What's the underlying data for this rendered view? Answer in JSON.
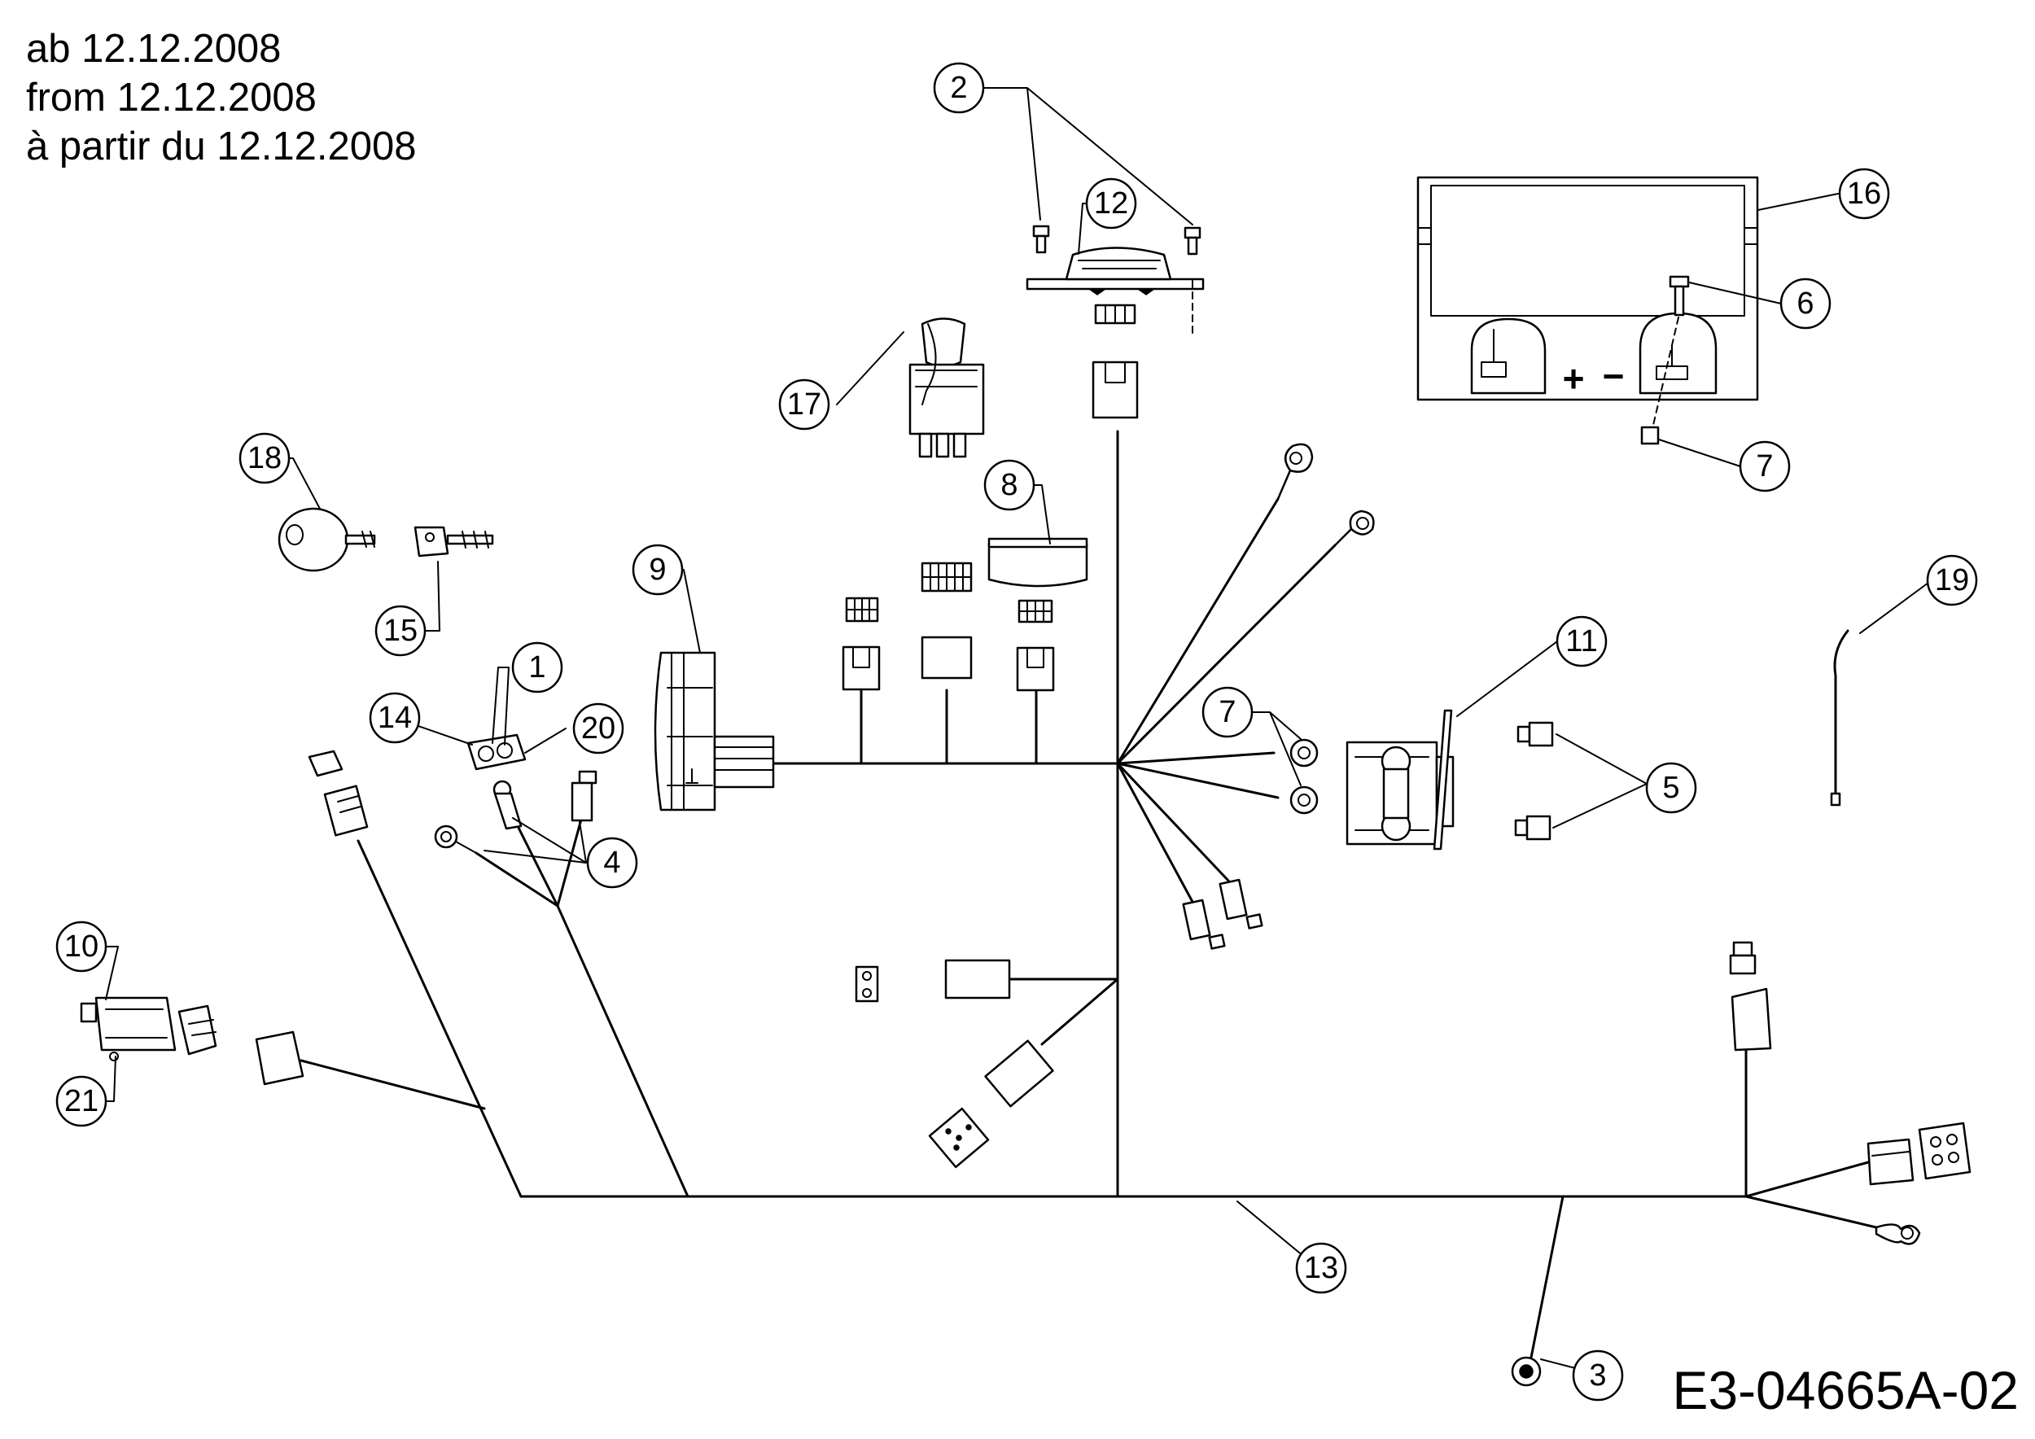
{
  "header": {
    "line_de": "ab 12.12.2008",
    "line_en": "from 12.12.2008",
    "line_fr": "à partir du 12.12.2008"
  },
  "drawing_code": "E3-04665A-02",
  "callouts": {
    "n1": "1",
    "n2": "2",
    "n3": "3",
    "n4": "4",
    "n5": "5",
    "n6": "6",
    "n7a": "7",
    "n7b": "7",
    "n8": "8",
    "n9": "9",
    "n10": "10",
    "n11": "11",
    "n12": "12",
    "n13": "13",
    "n14": "14",
    "n15": "15",
    "n16": "16",
    "n17": "17",
    "n18": "18",
    "n19": "19",
    "n20": "20",
    "n21": "21"
  },
  "battery_terminals": {
    "positive": "+",
    "negative": "−"
  }
}
